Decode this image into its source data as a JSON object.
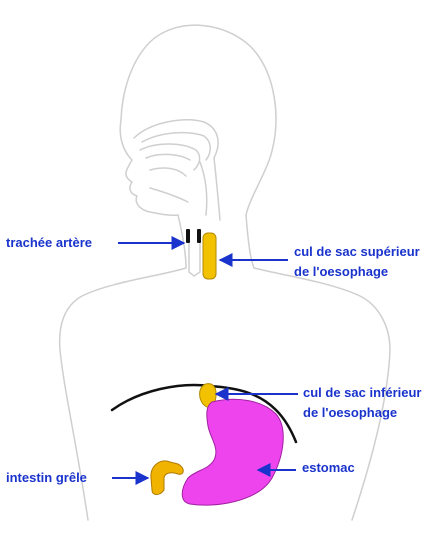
{
  "labels": {
    "trachea": "trachée artère",
    "upper_pouch_line1": "cul de sac supérieur",
    "upper_pouch_line2": "de l'oesophage",
    "lower_pouch_line1": "cul de sac inférieur",
    "lower_pouch_line2": "de l'oesophage",
    "small_intestine": "intestin grêle",
    "stomach": "estomac"
  },
  "colors": {
    "outline": "#cfcfcf",
    "arrow": "#1a33cc",
    "esophagus_pouch": "#f2c200",
    "intestine": "#f0b400",
    "stomach": "#ee44ee",
    "diaphragm": "#111111"
  }
}
